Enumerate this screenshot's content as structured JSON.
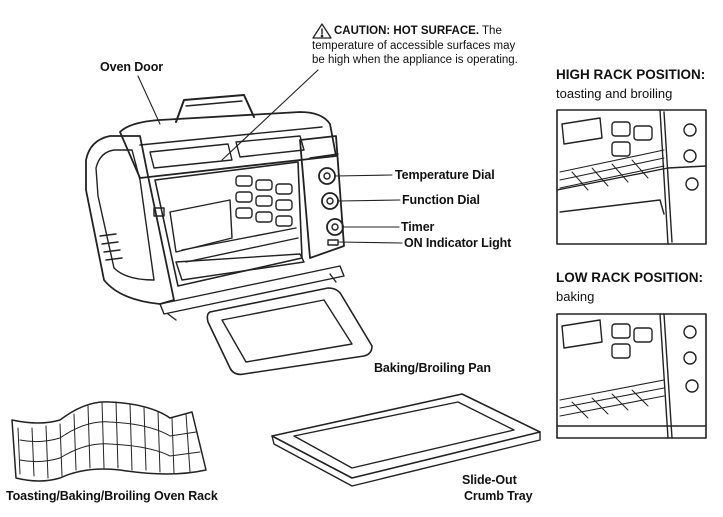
{
  "caution": {
    "heading": "CAUTION: HOT SURFACE.",
    "text_line1_rest": "The",
    "text_line2": "temperature of accessible surfaces may",
    "text_line3": "be high when the appliance is operating.",
    "icon": "warning-triangle-icon"
  },
  "labels": {
    "oven_door": "Oven Door",
    "temperature_dial": "Temperature Dial",
    "function_dial": "Function Dial",
    "timer": "Timer",
    "on_indicator": "ON Indicator Light",
    "baking_pan": "Baking/Broiling Pan",
    "oven_rack": "Toasting/Baking/Broiling Oven Rack",
    "crumb_tray_line1": "Slide-Out",
    "crumb_tray_line2": "Crumb Tray"
  },
  "high_rack": {
    "title": "HIGH RACK POSITION:",
    "subtitle": "toasting and broiling"
  },
  "low_rack": {
    "title": "LOW RACK POSITION:",
    "subtitle": "baking"
  }
}
